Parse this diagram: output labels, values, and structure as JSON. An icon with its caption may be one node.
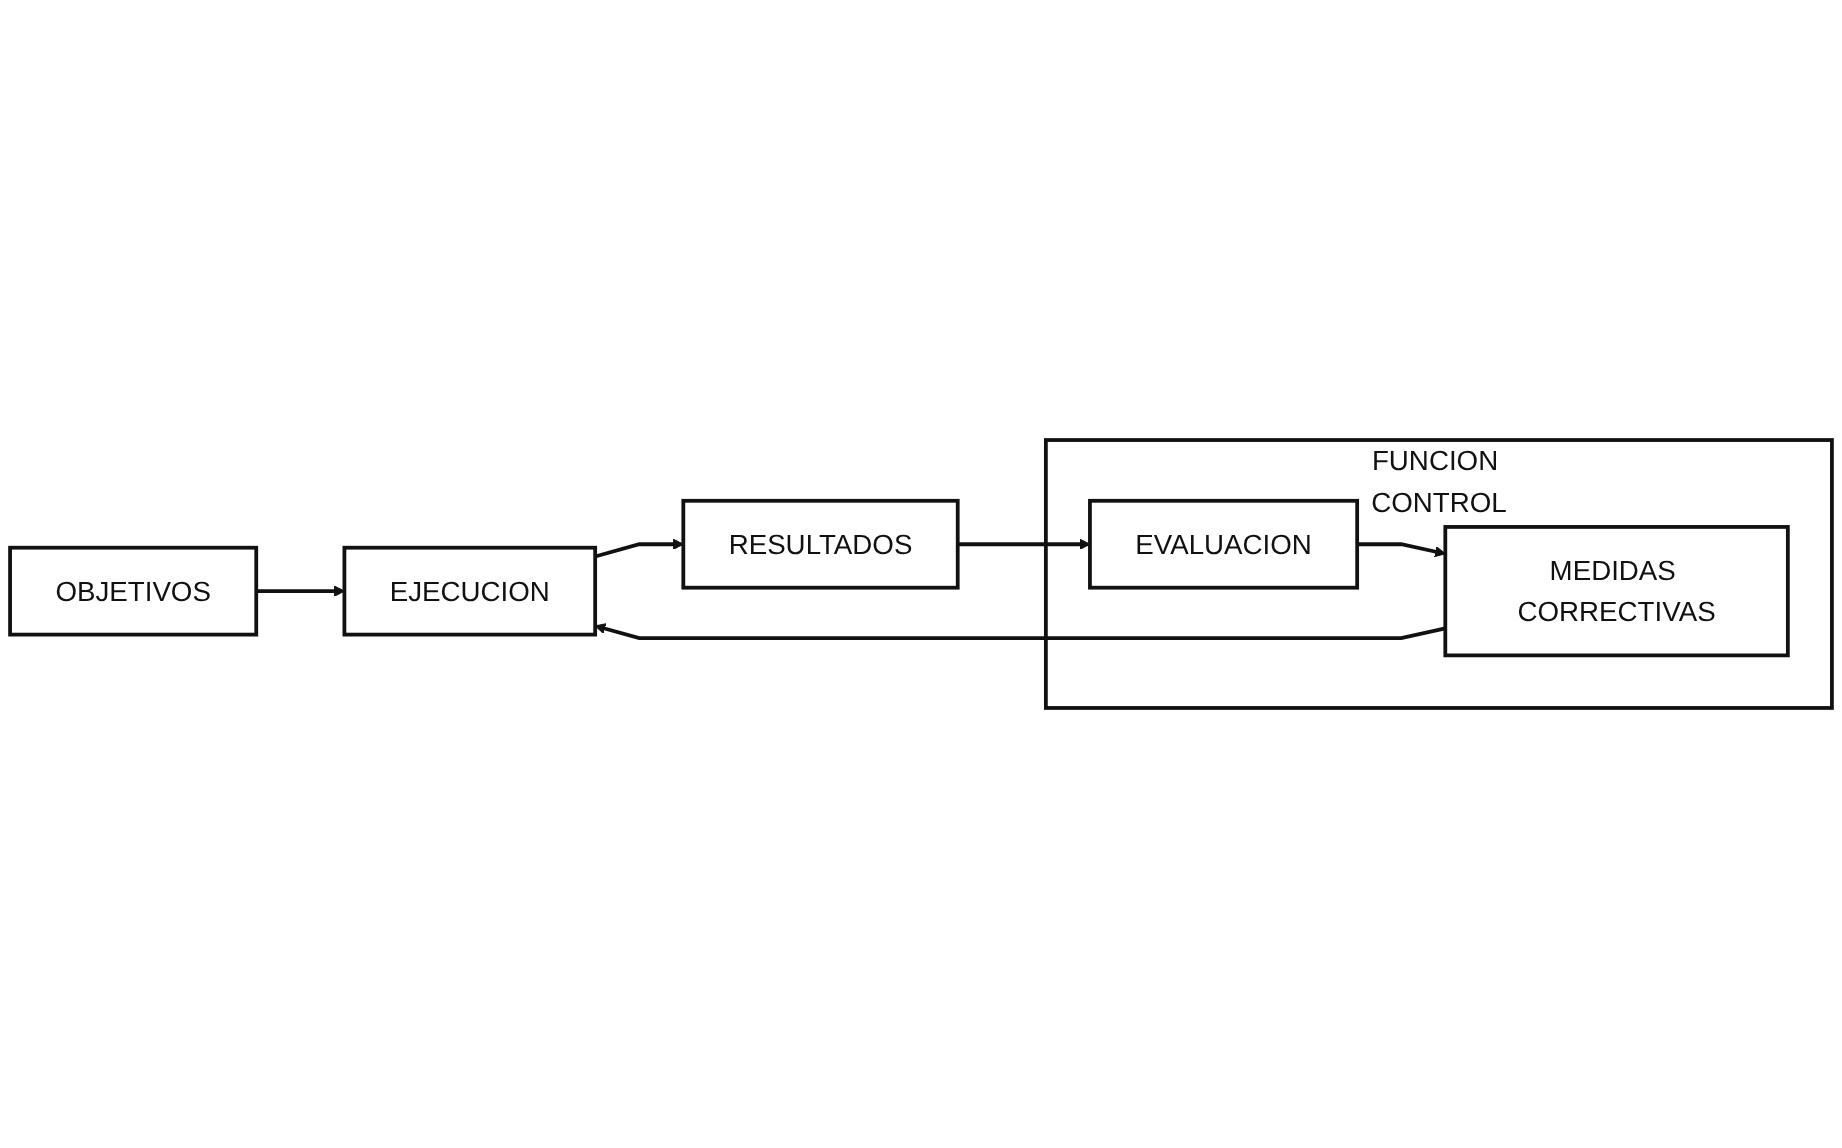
{
  "diagram": {
    "nodes": [
      {
        "text": [
          "OBJETIVOS"
        ]
      },
      {
        "text": [
          "EJECUCION"
        ]
      },
      {
        "text": [
          "RESULTADOS"
        ]
      },
      {
        "text": [
          "FUNCION CONTROL"
        ]
      },
      {
        "text": [
          "MEDIDAS CORRECTIVAS"
        ],
        "in": 3
      },
      {
        "text": [
          "EVALUACION"
        ],
        "in": 3
      }
    ],
    "edges": [
      {
        "from": 0,
        "to": 1,
        "arrow": "to"
      },
      {
        "from": 1,
        "to": 2,
        "arrow": "to"
      },
      {
        "from": 2,
        "to": 5,
        "arrow": "to"
      },
      {
        "from": 5,
        "to": 4,
        "arrow": "to"
      },
      {
        "from": 4,
        "to": 1,
        "arrow": "to"
      }
    ]
  }
}
